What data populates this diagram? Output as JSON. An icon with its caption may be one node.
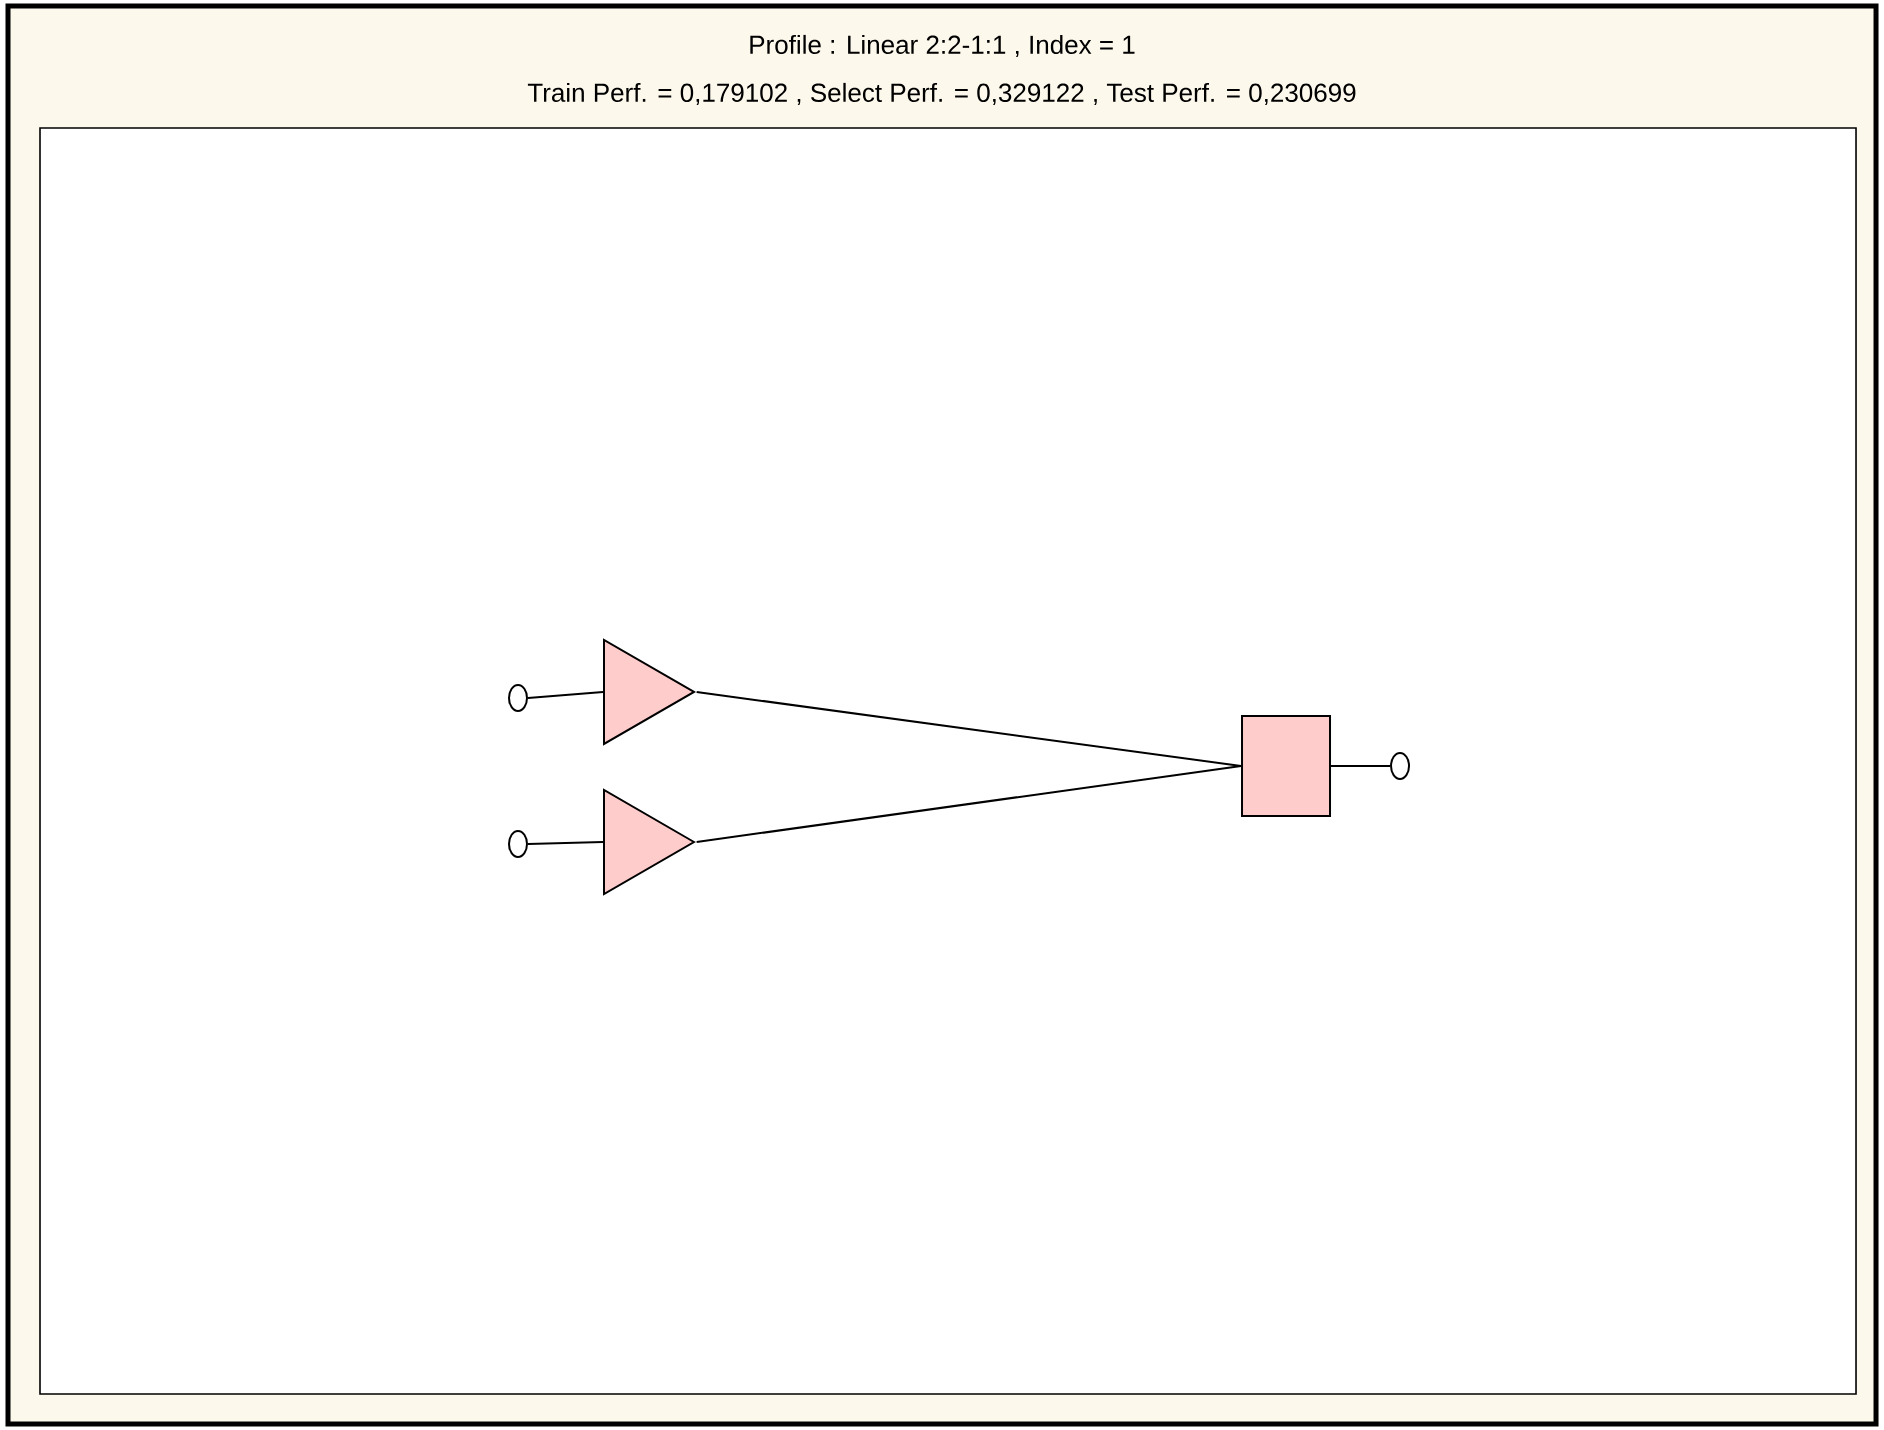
{
  "diagram": {
    "title": "Profile : Linear 2:2-1:1 ,  Index = 1",
    "nodes": [
      {
        "text": [],
        "shape": "circle"
      },
      {
        "text": [],
        "shape": "triangle"
      },
      {
        "text": [],
        "shape": "circle"
      },
      {
        "text": [],
        "shape": "triangle"
      },
      {
        "text": [],
        "shape": "box"
      },
      {
        "text": [],
        "shape": "circle"
      }
    ],
    "edges": [
      {
        "from": 0,
        "to": 1,
        "arrow": "none"
      },
      {
        "from": 1,
        "to": 4,
        "arrow": "none"
      },
      {
        "from": 2,
        "to": 3,
        "arrow": "none"
      },
      {
        "from": 3,
        "to": 4,
        "arrow": "none"
      },
      {
        "from": 4,
        "to": 5,
        "arrow": "none"
      }
    ],
    "labels": [
      "Train Perf. = 0,179102 ,  Select Perf. = 0,329122 ,  Test Perf. = 0,230699"
    ]
  }
}
